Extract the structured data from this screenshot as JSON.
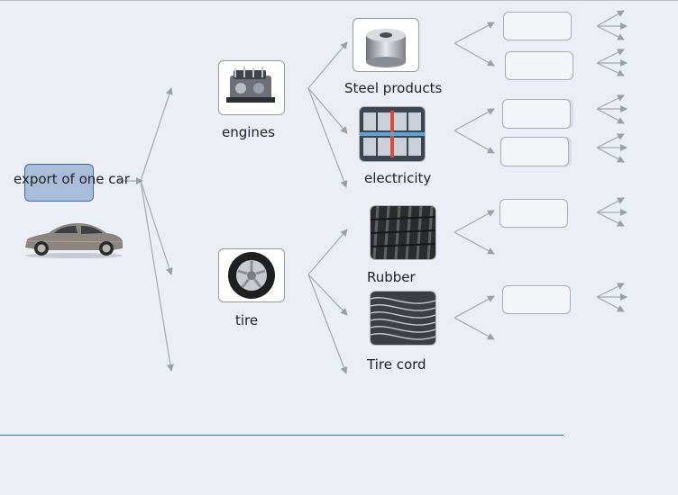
{
  "diagram": {
    "root": {
      "label": "export of one car",
      "image_icon": "car-icon"
    },
    "level1": [
      {
        "label": "engines",
        "image_icon": "engine-icon"
      },
      {
        "label": "tire",
        "image_icon": "tire-wheel-icon"
      }
    ],
    "level2": [
      {
        "label": "Steel products",
        "image_icon": "steel-coil-icon"
      },
      {
        "label": "electricity",
        "image_icon": "battery-pack-icon"
      },
      {
        "label": "Rubber",
        "image_icon": "rubber-tread-icon"
      },
      {
        "label": "Tire cord",
        "image_icon": "tire-cord-icon"
      }
    ],
    "level3_boxes_filled": 0,
    "colors": {
      "background": "#eceef6",
      "root_fill": "#a9bddb",
      "root_border": "#3c6ea6",
      "arrow": "#9aa0a8",
      "divider": "#2f73b5"
    }
  }
}
